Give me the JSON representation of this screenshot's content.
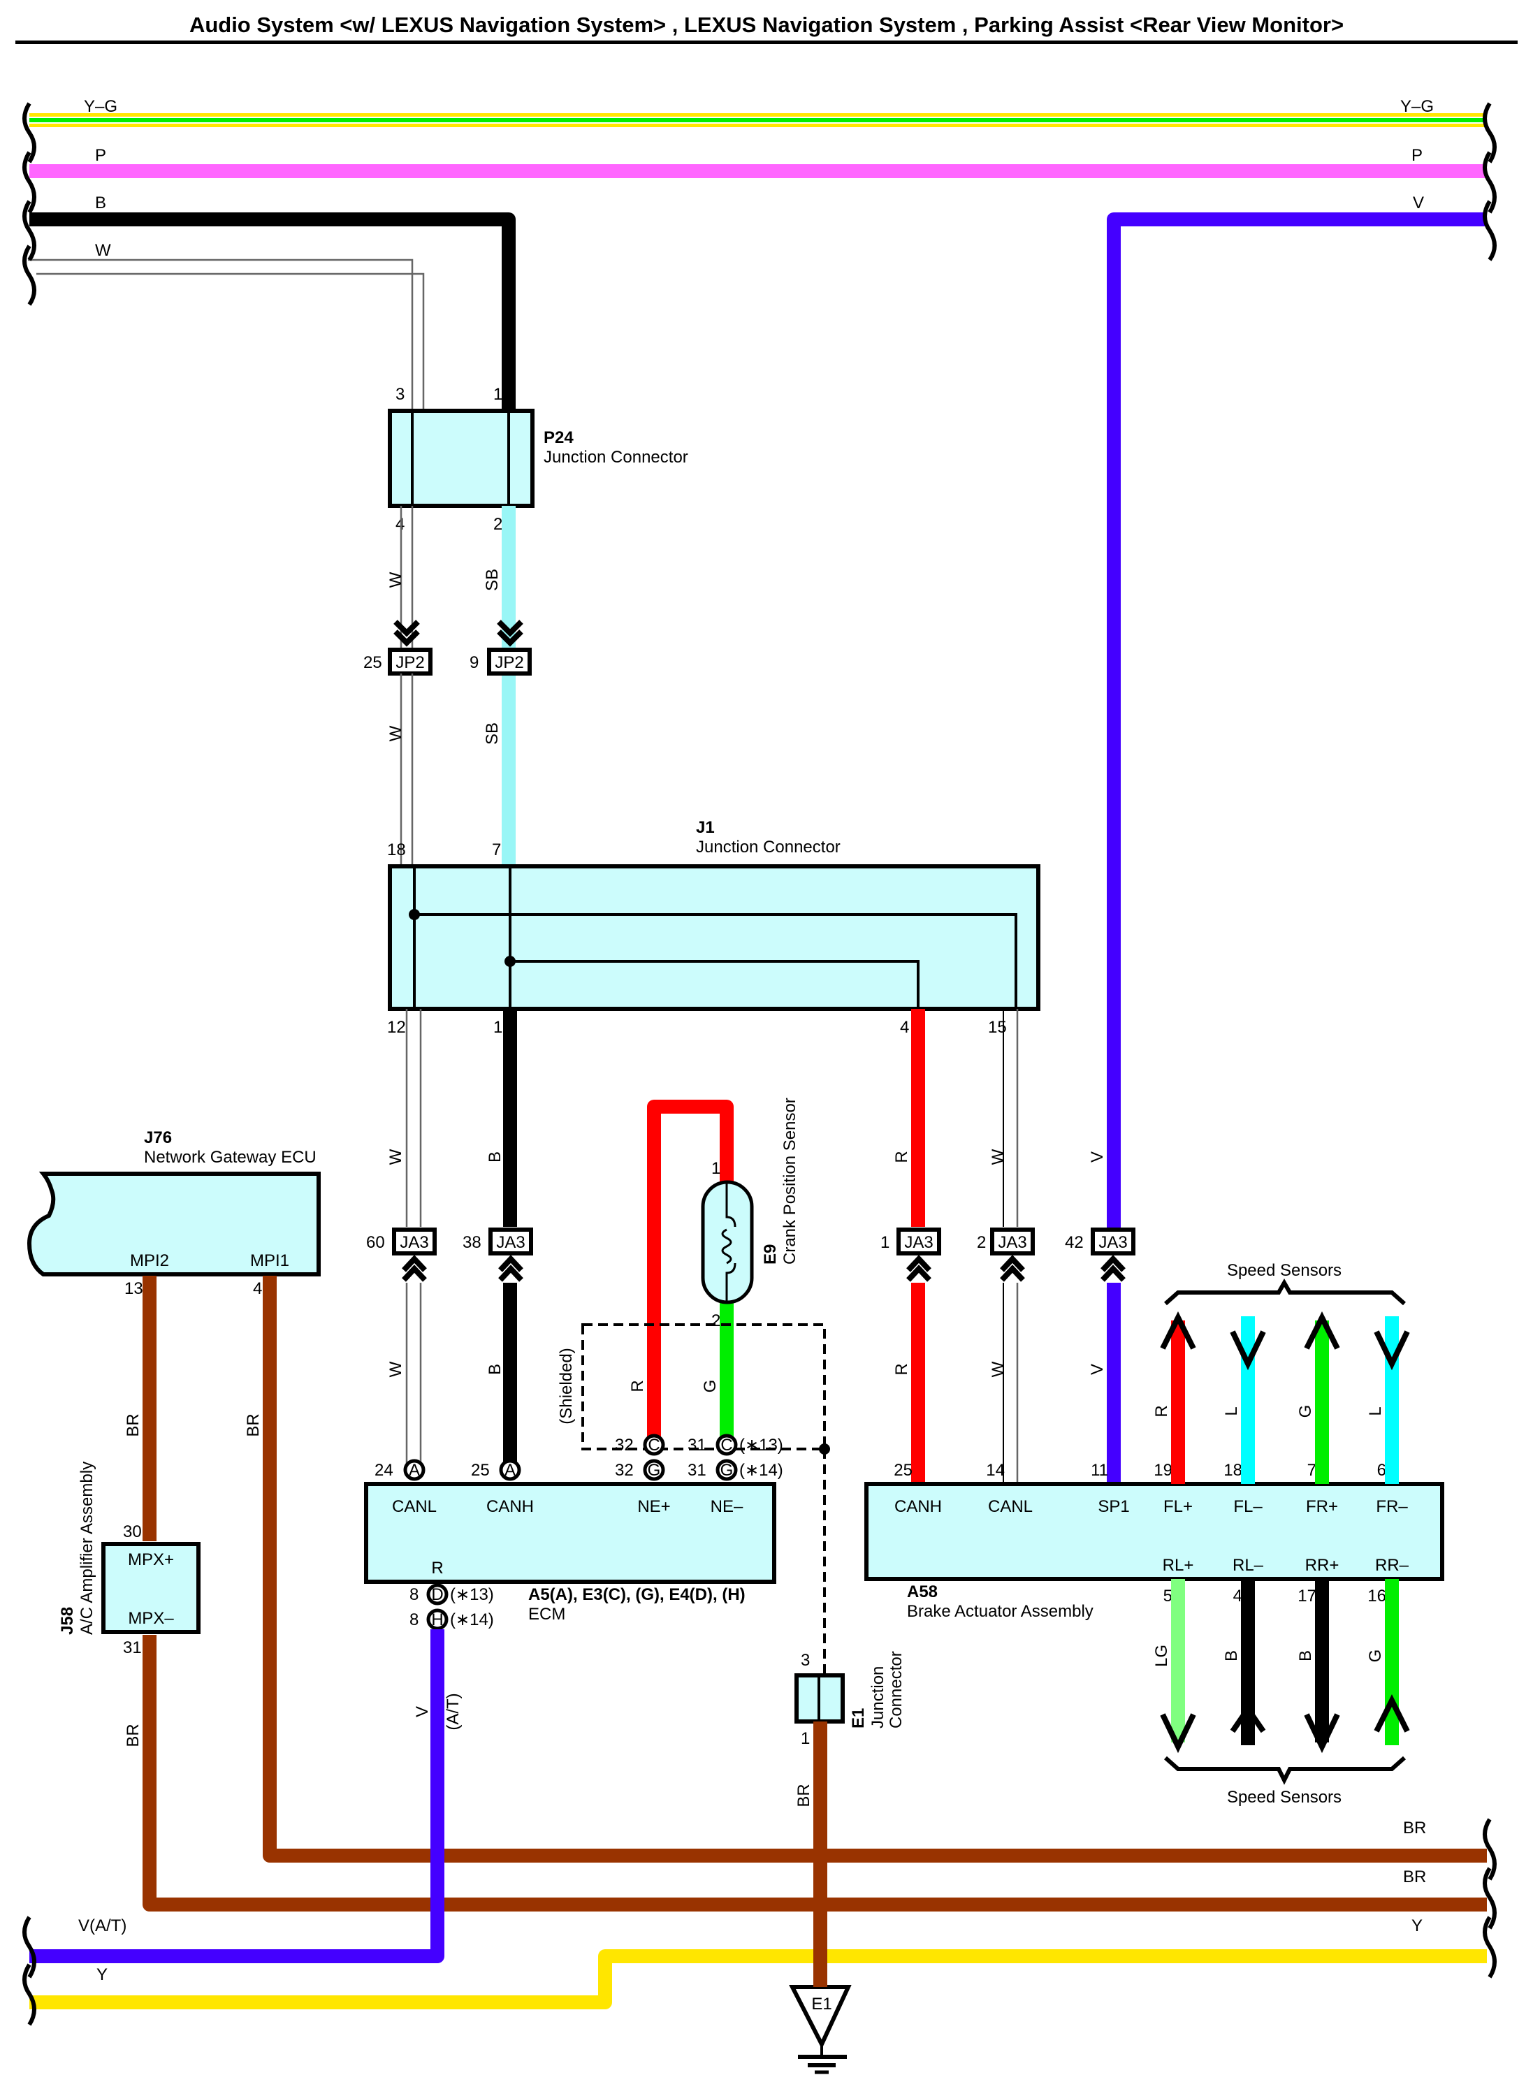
{
  "title": "Audio System <w/ LEXUS Navigation System> , LEXUS Navigation System , Parking Assist <Rear View Monitor>",
  "colors": {
    "Y": "#ffe600",
    "G": "#00ee00",
    "P": "#ff66ff",
    "B": "#000000",
    "W": "#ffffff",
    "SB": "#99f6f6",
    "R": "#ff0000",
    "V": "#4400ff",
    "BR": "#993300",
    "L": "#00ffff",
    "LG": "#80ff80",
    "component_fill": "#ccfcfc"
  },
  "bus_wires_top": [
    {
      "code": "Y-G",
      "left_label": "Y–G",
      "right_label": "Y–G"
    },
    {
      "code": "P",
      "left_label": "P",
      "right_label": "P"
    },
    {
      "code": "B",
      "left_label": "B",
      "right_label": ""
    },
    {
      "code": "V",
      "left_label": "",
      "right_label": "V"
    },
    {
      "code": "W",
      "left_label": "W",
      "right_label": ""
    }
  ],
  "bus_wires_bottom": [
    {
      "code": "BR",
      "right_label": "BR"
    },
    {
      "code": "BR",
      "right_label": "BR"
    },
    {
      "code": "V(A/T)",
      "left_label": "V(A/T)"
    },
    {
      "code": "Y",
      "left_label": "Y",
      "right_label": "Y"
    }
  ],
  "components": {
    "p24": {
      "id": "P24",
      "name": "Junction Connector",
      "pins": {
        "top_left": "3",
        "top_right": "1",
        "bottom_left": "4",
        "bottom_right": "2"
      }
    },
    "j1": {
      "id": "J1",
      "name": "Junction Connector",
      "pins": {
        "top_left": "18",
        "top_mid": "7",
        "bottom_1": "12",
        "bottom_2": "1",
        "bottom_3": "4",
        "bottom_4": "15"
      }
    },
    "j76": {
      "id": "J76",
      "name": "Network Gateway ECU",
      "terminals": [
        "MPI2",
        "MPI1"
      ],
      "pins": [
        "13",
        "4"
      ]
    },
    "j58": {
      "id": "J58",
      "name": "A/C Amplifier Assembly",
      "terminals": [
        "MPX+",
        "MPX–"
      ],
      "pins": [
        "30",
        "31"
      ]
    },
    "e9": {
      "id": "E9",
      "name": "Crank Position Sensor",
      "pins": [
        "1",
        "2"
      ]
    },
    "ecm": {
      "id": "A5(A), E3(C), (G), E4(D), (H)",
      "name": "ECM",
      "terminals": [
        "CANL",
        "CANH",
        "NE+",
        "NE–",
        "R"
      ],
      "connectors": [
        {
          "pin": "24",
          "letter": "A"
        },
        {
          "pin": "25",
          "letter": "A"
        },
        {
          "pin": "32",
          "letter": "C"
        },
        {
          "pin": "32",
          "letter": "G"
        },
        {
          "pin": "31",
          "letter": "C",
          "note": "(∗13)"
        },
        {
          "pin": "31",
          "letter": "G",
          "note": "(∗14)"
        },
        {
          "pin": "8",
          "letter": "D",
          "note": "(∗13)"
        },
        {
          "pin": "8",
          "letter": "H",
          "note": "(∗14)"
        }
      ]
    },
    "e1_jc": {
      "id": "E1",
      "name": "Junction Connector",
      "name2": "Junction",
      "name3": "Connector",
      "pins": [
        "3",
        "1"
      ]
    },
    "a58": {
      "id": "A58",
      "name": "Brake Actuator Assembly",
      "top_terminals": [
        {
          "name": "CANH",
          "pin": "25"
        },
        {
          "name": "CANL",
          "pin": "14"
        },
        {
          "name": "SP1",
          "pin": "11"
        },
        {
          "name": "FL+",
          "pin": "19"
        },
        {
          "name": "FL–",
          "pin": "18"
        },
        {
          "name": "FR+",
          "pin": "7"
        },
        {
          "name": "FR–",
          "pin": "6"
        }
      ],
      "bottom_terminals": [
        {
          "name": "RL+",
          "pin": "5"
        },
        {
          "name": "RL–",
          "pin": "4"
        },
        {
          "name": "RR+",
          "pin": "17"
        },
        {
          "name": "RR–",
          "pin": "16"
        }
      ]
    },
    "ground": {
      "id": "E1"
    }
  },
  "inline_connectors": {
    "jp2": [
      {
        "pin": "25",
        "label": "JP2"
      },
      {
        "pin": "9",
        "label": "JP2"
      }
    ],
    "ja3": [
      {
        "pin": "60",
        "label": "JA3"
      },
      {
        "pin": "38",
        "label": "JA3"
      },
      {
        "pin": "1",
        "label": "JA3"
      },
      {
        "pin": "2",
        "label": "JA3"
      },
      {
        "pin": "42",
        "label": "JA3"
      }
    ]
  },
  "wire_labels": {
    "w": "W",
    "sb": "SB",
    "b": "B",
    "r": "R",
    "g": "G",
    "v": "V",
    "br": "BR",
    "l": "L",
    "lg": "LG",
    "vat": "(A/T)",
    "shielded": "(Shielded)"
  },
  "speed_sensors_label": "Speed Sensors"
}
